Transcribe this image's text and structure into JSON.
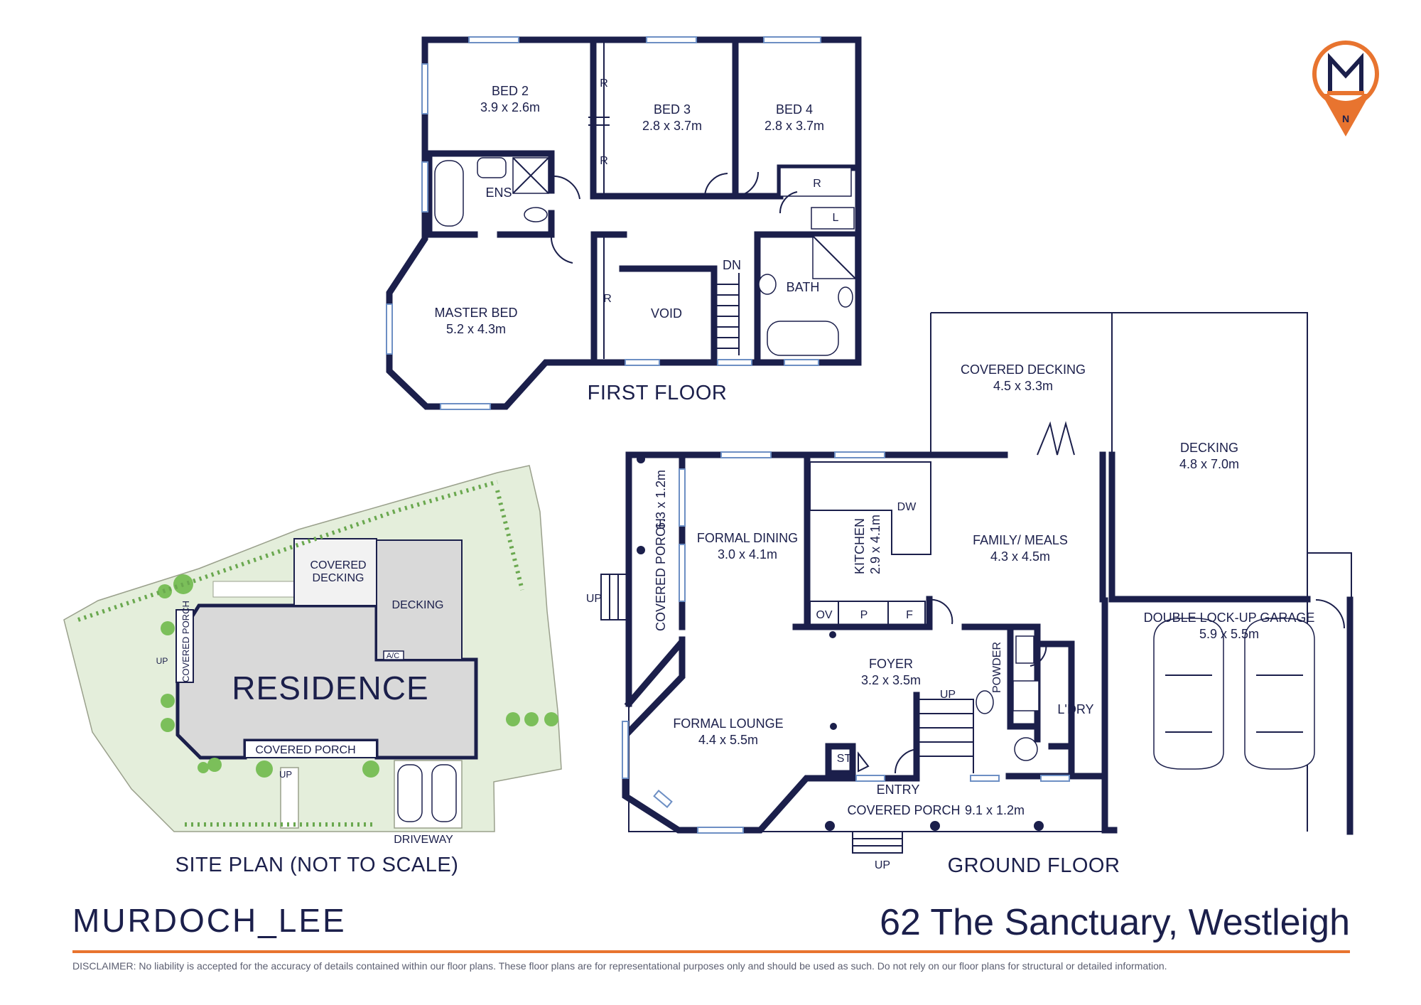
{
  "first_floor": {
    "title": "FIRST FLOOR",
    "rooms": {
      "bed2": {
        "name": "BED 2",
        "size": "3.9 x 2.6m"
      },
      "bed3": {
        "name": "BED 3",
        "size": "2.8 x 3.7m"
      },
      "bed4": {
        "name": "BED 4",
        "size": "2.8 x 3.7m"
      },
      "ens": {
        "name": "ENS"
      },
      "master": {
        "name": "MASTER BED",
        "size": "5.2 x 4.3m"
      },
      "void": {
        "name": "VOID"
      },
      "bath": {
        "name": "BATH"
      },
      "dn": "DN",
      "robe": "R",
      "linen": "L"
    }
  },
  "ground_floor": {
    "title": "GROUND FLOOR",
    "rooms": {
      "covered_decking": {
        "name": "COVERED DECKING",
        "size": "4.5 x 3.3m"
      },
      "decking": {
        "name": "DECKING",
        "size": "4.8 x 7.0m"
      },
      "covered_porch_side": {
        "name": "COVERED PORCH",
        "size": "6.3 x 1.2m"
      },
      "formal_dining": {
        "name": "FORMAL DINING",
        "size": "3.0 x 4.1m"
      },
      "kitchen": {
        "name": "KITCHEN",
        "size": "2.9 x 4.1m"
      },
      "family": {
        "name": "FAMILY/ MEALS",
        "size": "4.3 x 4.5m"
      },
      "garage": {
        "name": "DOUBLE LOCK-UP GARAGE",
        "size": "5.9 x 5.5m"
      },
      "foyer": {
        "name": "FOYER",
        "size": "3.2 x 3.5m"
      },
      "powder": {
        "name": "POWDER"
      },
      "laundry": {
        "name": "L'DRY"
      },
      "formal_lounge": {
        "name": "FORMAL LOUNGE",
        "size": "4.4 x 5.5m"
      },
      "entry": {
        "name": "ENTRY"
      },
      "covered_porch_front": {
        "name": "COVERED PORCH",
        "size": "9.1 x 1.2m"
      },
      "st": "ST",
      "ov": "OV",
      "p": "P",
      "f": "F",
      "dw": "DW",
      "up": "UP"
    }
  },
  "site_plan": {
    "title": "SITE PLAN (NOT TO SCALE)",
    "residence": "RESIDENCE",
    "covered_decking": [
      "COVERED",
      "DECKING"
    ],
    "decking": "DECKING",
    "ac": "A/C",
    "covered_porch_front": "COVERED PORCH",
    "covered_porch_side": "COVERED PORCH",
    "driveway": "DRIVEWAY",
    "up": "UP"
  },
  "branding": {
    "agency": "MURDOCH_LEE",
    "address": "62 The Sanctuary, Westleigh",
    "disclaimer": "DISCLAIMER: No liability is accepted for the accuracy of details contained within our floor plans. These floor plans are for representational purposes only and should be used as such. Do not rely on our floor plans for structural or detailed information.",
    "logo_icon": "map-pin-logo-icon",
    "colors": {
      "navy": "#1b1f4b",
      "accent": "#e8742f",
      "window": "#6d8fc4",
      "garden": "#e4eedb"
    }
  }
}
